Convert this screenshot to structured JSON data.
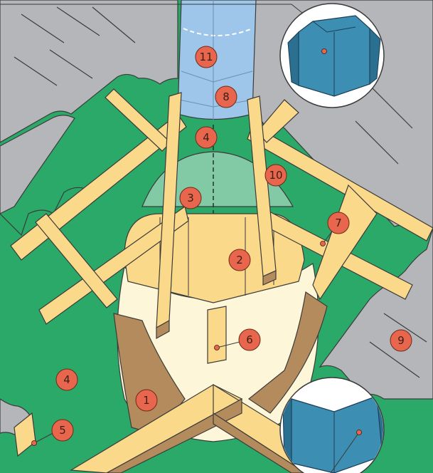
{
  "colors": {
    "roof": "#2aa968",
    "tile": "#b5b6ba",
    "tile_edge": "#3b3b3b",
    "chimney": "#9ec6ea",
    "metal": "#3c8fb3",
    "wood_light": "#fbd98a",
    "wood_dark": "#b38b5c",
    "insulation": "#82c9a6",
    "cream": "#fef6d8",
    "marker": "#e8664d"
  },
  "labels": [
    {
      "text": "1"
    },
    {
      "text": "2"
    },
    {
      "text": "3"
    },
    {
      "text": "4"
    },
    {
      "text": "4"
    },
    {
      "text": "5"
    },
    {
      "text": "6"
    },
    {
      "text": "7"
    },
    {
      "text": "8"
    },
    {
      "text": "9"
    },
    {
      "text": "10"
    },
    {
      "text": "11"
    }
  ],
  "insets": [
    {
      "name": "top-right-detail-inset",
      "shows": "chimney-collar-flashing"
    },
    {
      "name": "bottom-right-detail-inset",
      "shows": "valley-flashing-piece"
    }
  ]
}
